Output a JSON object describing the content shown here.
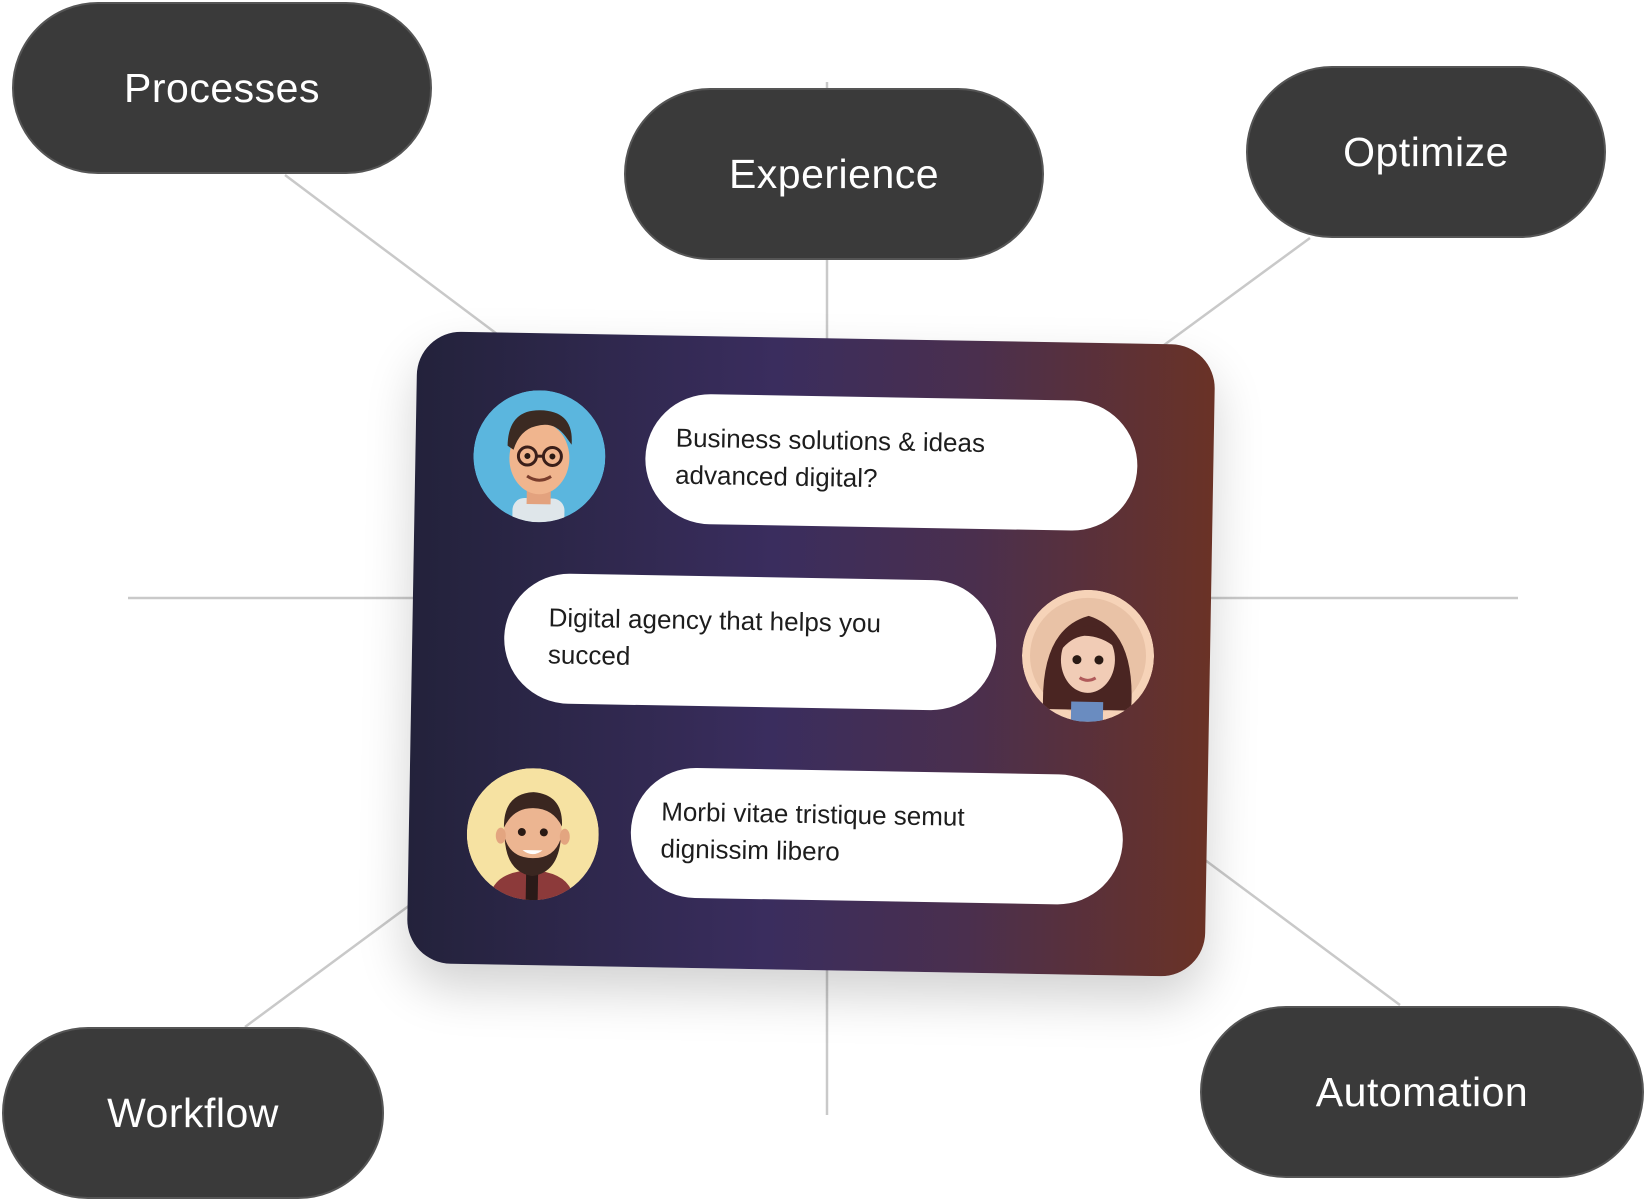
{
  "nodes": {
    "processes": "Processes",
    "experience": "Experience",
    "optimize": "Optimize",
    "workflow": "Workflow",
    "automation": "Automation"
  },
  "chat": {
    "messages": [
      {
        "line1": "Business solutions & ideas",
        "line2": "advanced digital?",
        "avatar": "man-glasses-avatar"
      },
      {
        "line1": "Digital agency that helps you",
        "line2": "succed",
        "avatar": "woman-avatar"
      },
      {
        "line1": "Morbi vitae tristique semut",
        "line2": "dignissim libero",
        "avatar": "bearded-man-avatar"
      }
    ]
  },
  "colors": {
    "pill_background": "#3a3a3a",
    "card_gradient_start": "#23223b",
    "card_gradient_end": "#6a3226",
    "connector": "#c9c9c9"
  }
}
